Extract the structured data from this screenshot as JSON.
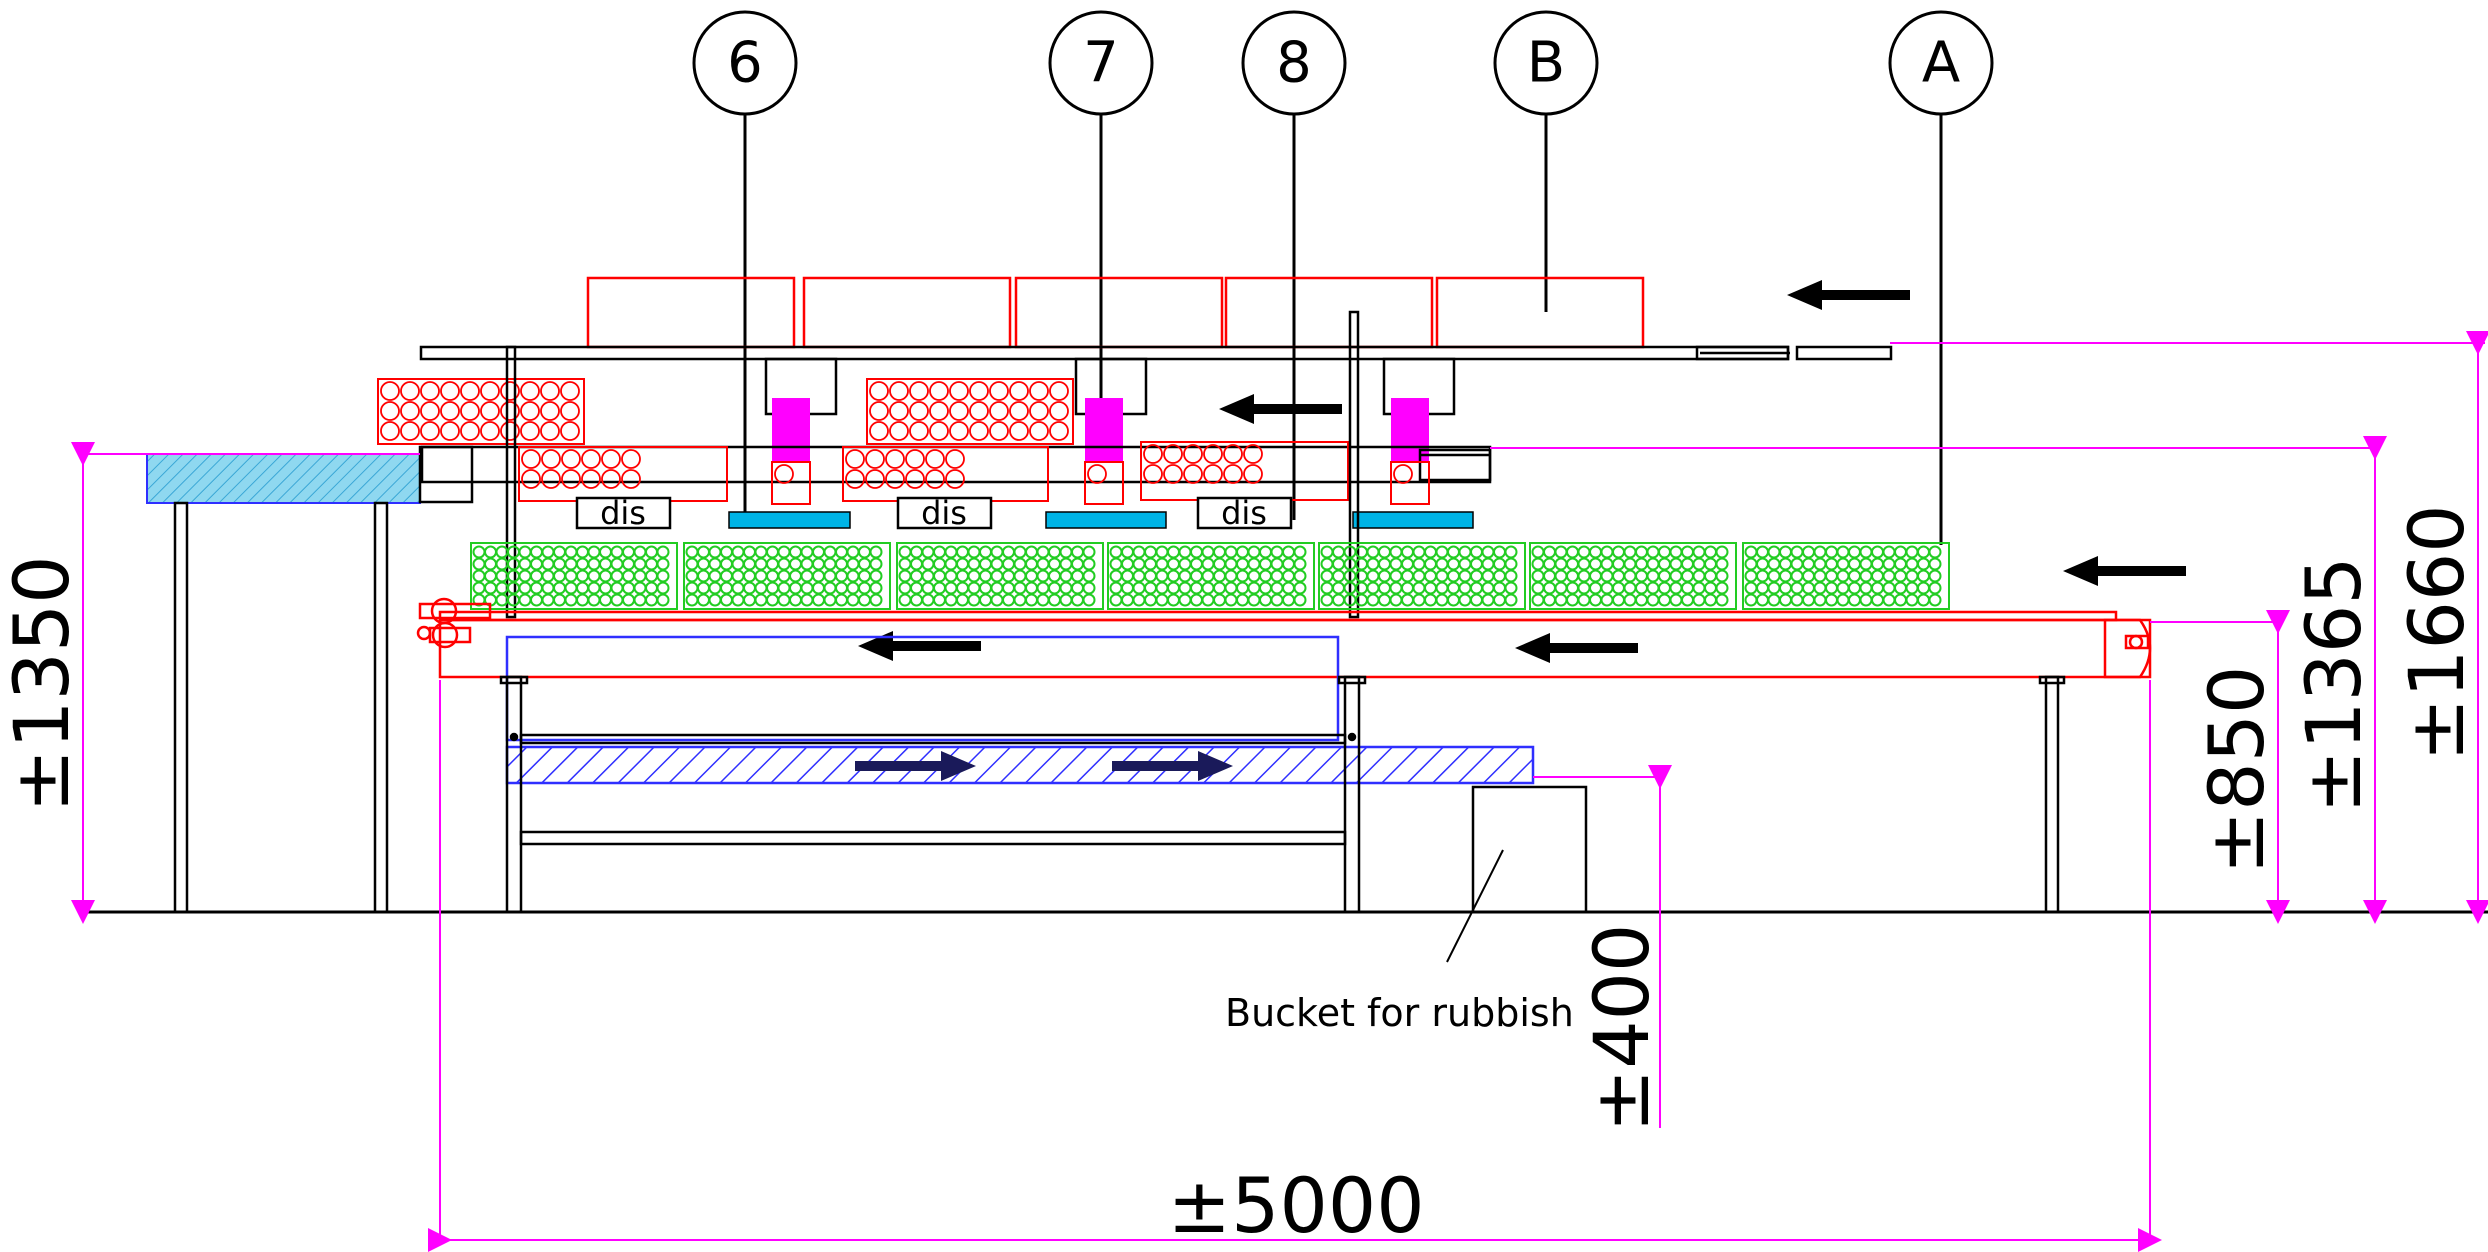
{
  "callouts": [
    "6",
    "7",
    "8",
    "B",
    "A"
  ],
  "station_labels": [
    "dis",
    "dis",
    "dis"
  ],
  "note": "Bucket for rubbish",
  "dimensions": {
    "overall_length": "±5000",
    "in_table_height": "±1350",
    "bucket_height": "±400",
    "conveyor_height": "±850",
    "upper_conveyor_height": "±1365",
    "top_conveyor_height": "±1660"
  },
  "colors": {
    "outline": "#000000",
    "product": "#ff0000",
    "crates": "#00cc00",
    "dimension": "#ff00ff",
    "return_belt": "#2f2fff",
    "pad": "#00b4e6",
    "pusher": "#ff00ff",
    "arrow": "#000000",
    "arrow_return": "#1a1a5a"
  }
}
